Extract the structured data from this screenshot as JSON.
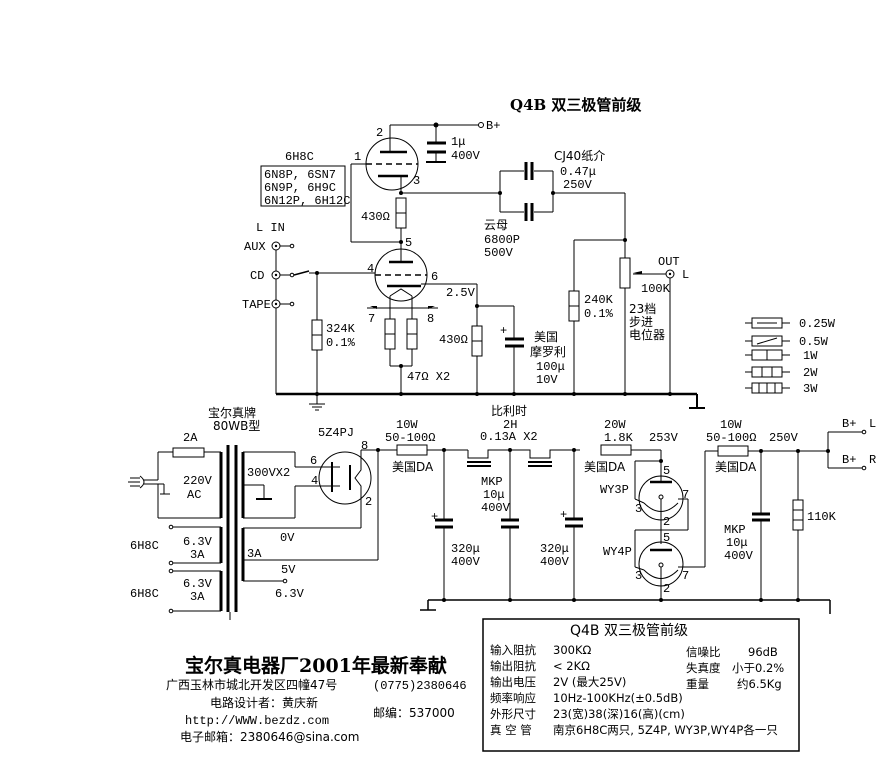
{
  "title": "Q4B 双三极管前级",
  "preamp": {
    "tube_label": "6H8C",
    "tube_substitutes": [
      "6N8P, 6SN7",
      "6N9P, 6H9C",
      "6N12P, 6H12C"
    ],
    "pins": {
      "p1": "1",
      "p2": "2",
      "p3": "3",
      "p4": "4",
      "p5": "5",
      "p6": "6",
      "p7": "7",
      "p8": "8"
    },
    "bplus_label": "B+",
    "decoupling_cap": {
      "value": "1μ",
      "voltage": "400V"
    },
    "coupling_cap": {
      "type": "CJ40纸介",
      "value": "0.47μ",
      "voltage": "250V"
    },
    "mica_cap": {
      "type": "云母",
      "value": "6800P",
      "voltage": "500V"
    },
    "plate_resistor": "430Ω",
    "input": {
      "label": "L IN",
      "sources": [
        "AUX",
        "CD",
        "TAPE"
      ]
    },
    "grid_resistor": {
      "value": "324K",
      "tolerance": "0.1%"
    },
    "heater_resistors": "47Ω X2",
    "cathode_voltage": "2.5V",
    "cathode_resistor": "430Ω",
    "cathode_cap": {
      "brand": "美国",
      "brand2": "摩罗利",
      "value": "100μ",
      "voltage": "10V"
    },
    "load_resistor": {
      "value": "240K",
      "tolerance": "0.1%"
    },
    "volume_pot": {
      "value": "100K",
      "desc": [
        "23档",
        "步进",
        "电位器"
      ]
    },
    "output": {
      "label": "OUT",
      "channel": "L"
    }
  },
  "legend": {
    "items": [
      {
        "symbol": "resistor-quarter-watt",
        "label": "0.25W"
      },
      {
        "symbol": "resistor-half-watt",
        "label": "0.5W"
      },
      {
        "symbol": "resistor-1-watt",
        "label": "1W"
      },
      {
        "symbol": "resistor-2-watt",
        "label": "2W"
      },
      {
        "symbol": "resistor-3-watt",
        "label": "3W"
      }
    ]
  },
  "psu": {
    "transformer": {
      "brand": "宝尔真牌",
      "model": "80WB型"
    },
    "fuse": "2A",
    "primary": {
      "voltage": "220V",
      "type": "AC"
    },
    "secondary_hv": "300VX2",
    "heater1": {
      "tube": "6H8C",
      "voltage": "6.3V",
      "current": "3A"
    },
    "heater2": {
      "tube": "6H8C",
      "voltage": "6.3V",
      "current": "3A"
    },
    "rect_winding": {
      "v0": "0V",
      "current": "3A",
      "v5": "5V",
      "v63": "6.3V"
    },
    "rectifier": {
      "label": "5Z4PJ",
      "pins": [
        "6",
        "4",
        "8",
        "2"
      ]
    },
    "r1": {
      "power": "10W",
      "value": "50-100Ω",
      "brand": "美国DA"
    },
    "choke": {
      "brand": "比利时",
      "inductance": "2H",
      "rating": "0.13A  X2"
    },
    "c1": {
      "value": "320μ",
      "voltage": "400V"
    },
    "c2": {
      "type": "MKP",
      "value": "10μ",
      "voltage": "400V"
    },
    "c3": {
      "value": "320μ",
      "voltage": "400V"
    },
    "r2": {
      "power": "20W",
      "value": "1.8K",
      "brand": "美国DA"
    },
    "v_reg": "253V",
    "reg_tube1": {
      "label": "WY3P",
      "pins": [
        "5",
        "7",
        "3",
        "2"
      ]
    },
    "reg_tube2": {
      "label": "WY4P",
      "pins": [
        "5",
        "7",
        "3",
        "2"
      ]
    },
    "r3": {
      "power": "10W",
      "value": "50-100Ω",
      "brand": "美国DA"
    },
    "v_out": "250V",
    "c4": {
      "type": "MKP",
      "value": "10μ",
      "voltage": "400V"
    },
    "bleeder": "110K",
    "outputs": [
      {
        "label": "B+",
        "channel": "L"
      },
      {
        "label": "B+",
        "channel": "R"
      }
    ]
  },
  "footer": {
    "headline": "宝尔真电器厂2001年最新奉献",
    "address": "广西玉林市城北开发区四幢47号",
    "phone": "(0775)2380646",
    "designer": "电路设计者：黄庆新",
    "postcode": "邮编：537000",
    "website": "http://WWW.bezdz.com",
    "email": "电子邮箱：2380646@sina.com"
  },
  "spec_box": {
    "title": "Q4B 双三极管前级",
    "rows": [
      {
        "label": "输入阻抗",
        "value": "300KΩ"
      },
      {
        "label": "输出阻抗",
        "value": "< 2KΩ"
      },
      {
        "label": "输出电压",
        "value": "2V (最大25V)"
      },
      {
        "label": "频率响应",
        "value": "10Hz-100KHz(±0.5dB)"
      },
      {
        "label": "外形尺寸",
        "value": "23(宽)38(深)16(高)(cm)"
      },
      {
        "label": "真 空 管",
        "value": "南京6H8C两只, 5Z4P, WY3P,WY4P各一只"
      }
    ],
    "right_rows": [
      {
        "label": "信噪比",
        "value": "96dB"
      },
      {
        "label": "失真度",
        "value": "小于0.2%"
      },
      {
        "label": "重量",
        "value": "约6.5Kg"
      }
    ]
  }
}
